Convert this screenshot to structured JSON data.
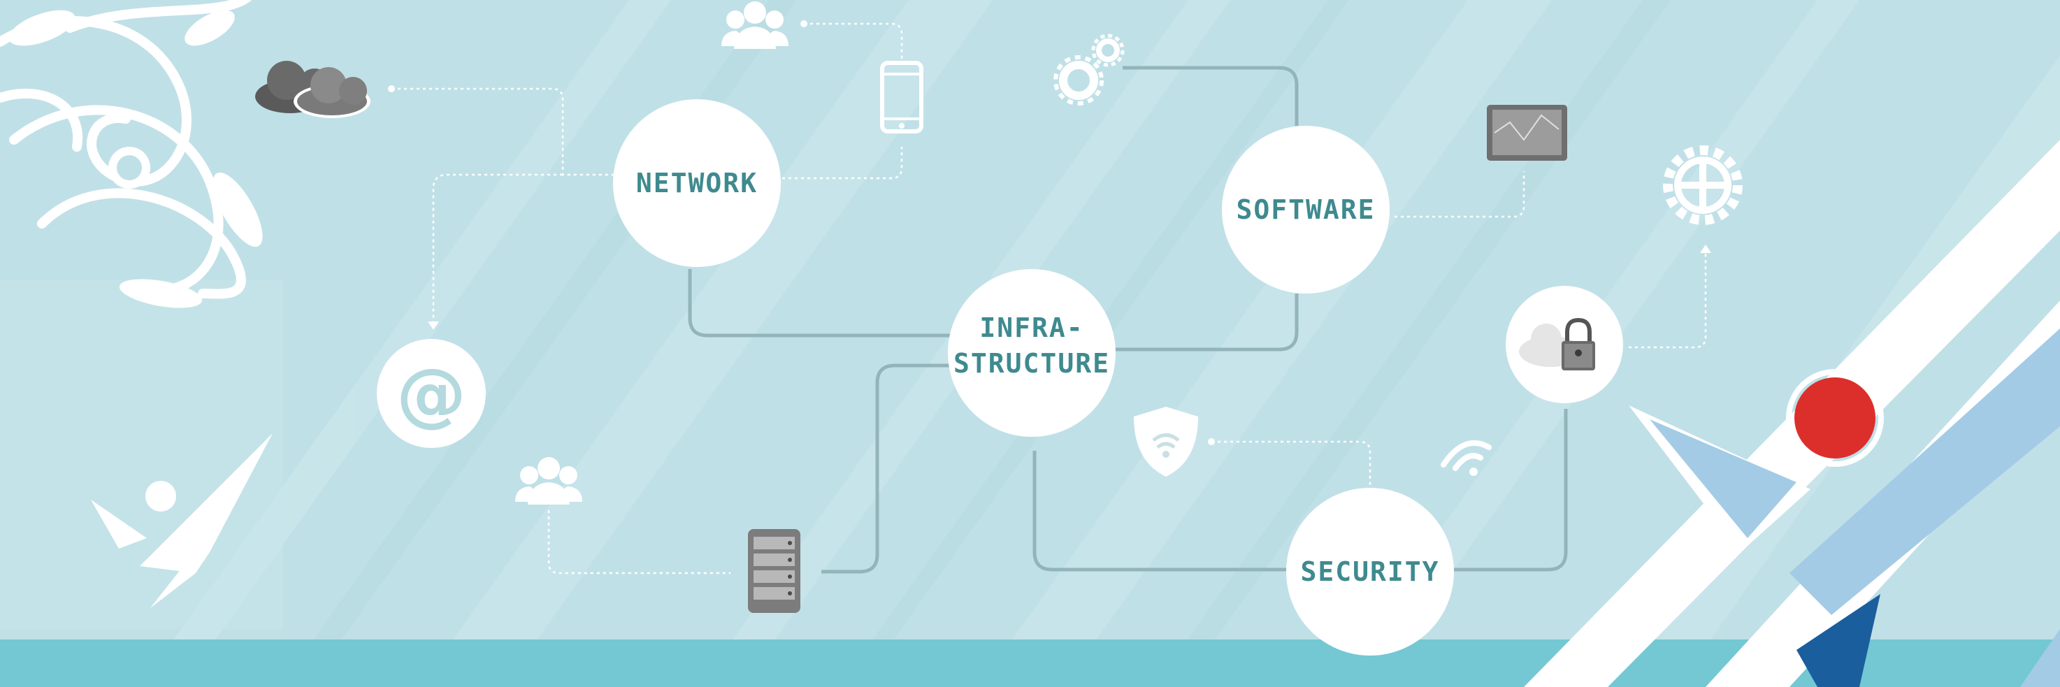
{
  "diagram": {
    "nodes": {
      "network": {
        "label": "NETWORK"
      },
      "software": {
        "label": "SOFTWARE"
      },
      "infrastructure": {
        "line1": "INFRA-",
        "line2": "STRUCTURE"
      },
      "security": {
        "label": "SECURITY"
      }
    },
    "icons": [
      "cloud-icon",
      "users-icon",
      "smartphone-icon",
      "gears-icon",
      "monitor-icon",
      "cog-wheel-icon",
      "email-at-icon",
      "server-icon",
      "shield-wifi-icon",
      "wifi-icon",
      "cloud-lock-icon",
      "logo-mark-icon"
    ],
    "colors": {
      "background": "#c0e0e7",
      "node_fill": "#ffffff",
      "node_text": "#3e8a8f",
      "connector": "#93b4bb",
      "accent_red": "#dc2f2c",
      "accent_blue": "#1b5e9e",
      "accent_light_blue": "#a3cbe6",
      "footer_band": "#6ec6d2"
    }
  }
}
